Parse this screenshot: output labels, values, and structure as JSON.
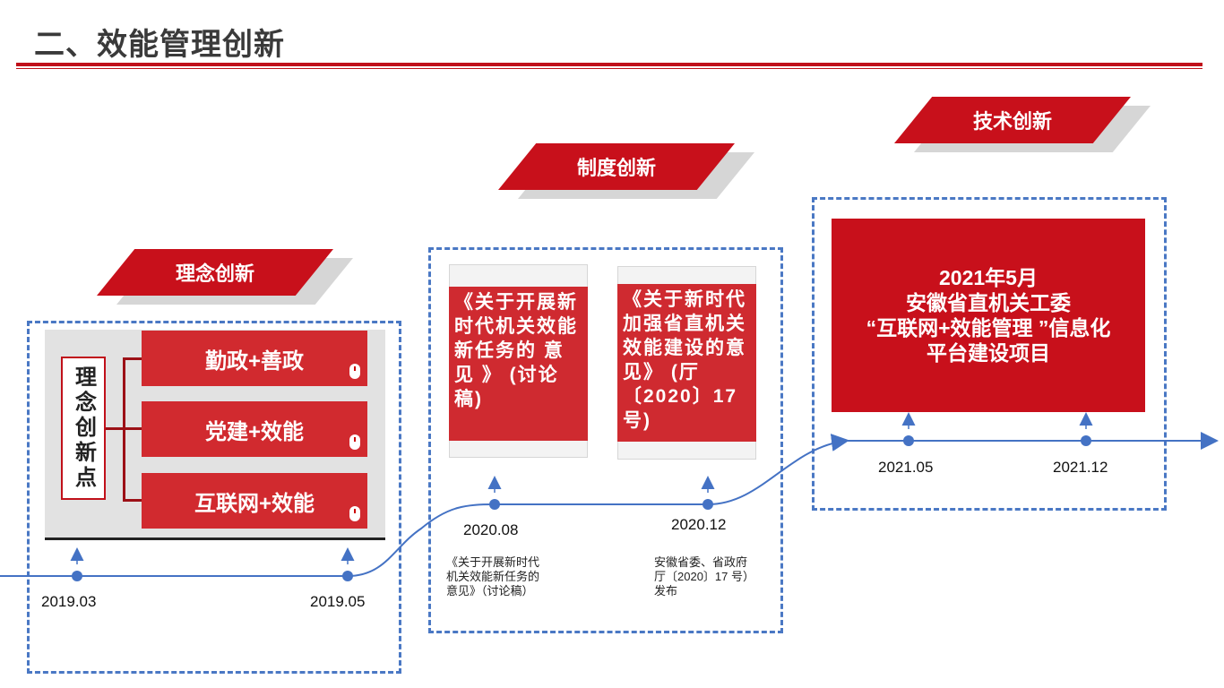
{
  "title": "二、效能管理创新",
  "section1": {
    "label": "理念创新",
    "vertical_label": "理念创新点",
    "items": [
      "勤政+善政",
      "党建+效能",
      "互联网+效能"
    ]
  },
  "section2": {
    "label": "制度创新",
    "doc1": "《关于开展新时代机关效能新任务的 意 见 》 (讨论稿)",
    "doc2": "《关于新时代加强省直机关效能建设的意见》 (厅〔2020〕17号)"
  },
  "section3": {
    "label": "技术创新",
    "box_lines": [
      "2021年5月",
      "安徽省直机关工委",
      "“互联网+效能管理 ”信息化",
      "平台建设项目"
    ]
  },
  "timeline": {
    "dates": [
      "2019.03",
      "2019.05",
      "2020.08",
      "2020.12",
      "2021.05",
      "2021.12"
    ],
    "note_2020_08": "《关于开展新时代\n机关效能新任务的\n意见》（讨论稿）",
    "note_2020_12": "安徽省委、省政府\n厅〔2020〕17 号）\n发布"
  },
  "colors": {
    "accent_red": "#c8101b",
    "timeline_blue": "#4472c4"
  }
}
